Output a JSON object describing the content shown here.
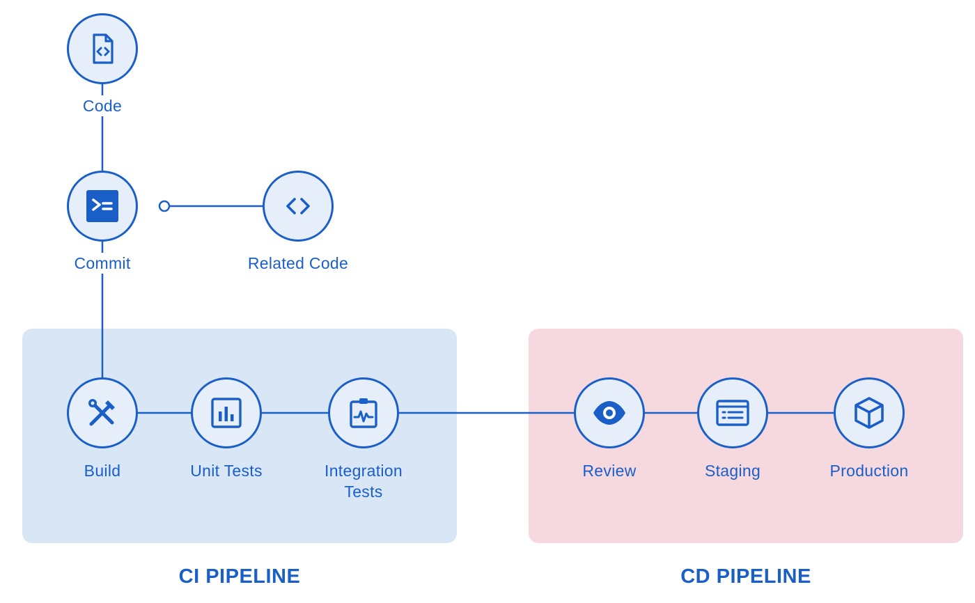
{
  "colors": {
    "accent": "#1a5fc8",
    "node_fill": "#e6eef9",
    "ci_panel": "#d8e6f6",
    "cd_panel": "#f5d9df",
    "line": "#1a5fc8"
  },
  "nodes": {
    "code": {
      "label": "Code",
      "icon": "file-code-icon"
    },
    "commit": {
      "label": "Commit",
      "icon": "terminal-icon"
    },
    "related_code": {
      "label": "Related Code",
      "icon": "code-brackets-icon"
    },
    "build": {
      "label": "Build",
      "icon": "tools-icon"
    },
    "unit_tests": {
      "label": "Unit Tests",
      "icon": "bar-chart-icon"
    },
    "integration_tests": {
      "label_line1": "Integration",
      "label_line2": "Tests",
      "icon": "clipboard-pulse-icon"
    },
    "review": {
      "label": "Review",
      "icon": "eye-icon"
    },
    "staging": {
      "label": "Staging",
      "icon": "window-list-icon"
    },
    "production": {
      "label": "Production",
      "icon": "cube-icon"
    }
  },
  "pipelines": {
    "ci": {
      "title": "CI PIPELINE"
    },
    "cd": {
      "title": "CD PIPELINE"
    }
  }
}
